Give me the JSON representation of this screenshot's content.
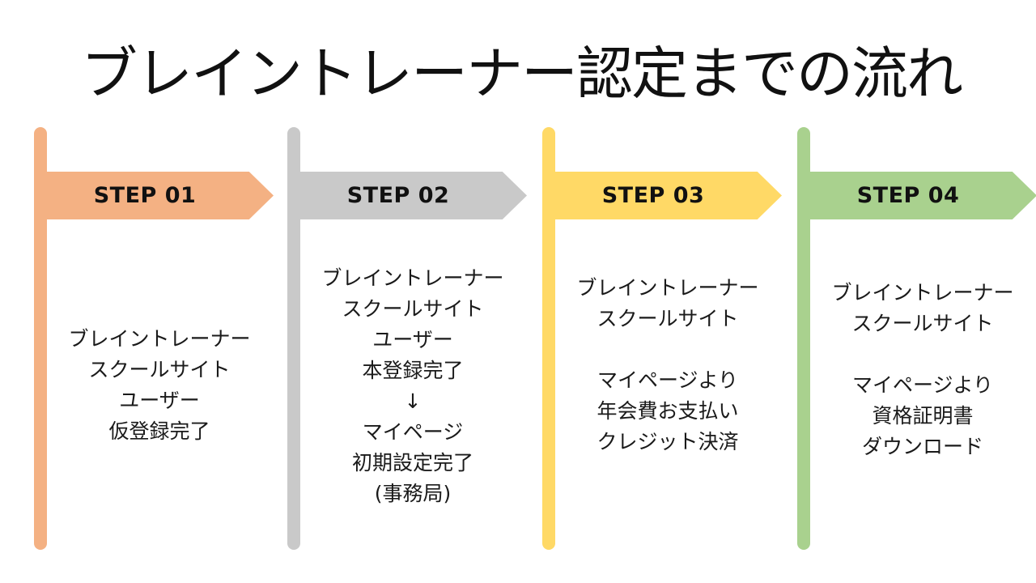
{
  "title": "ブレイントレーナー認定までの流れ",
  "steps": [
    {
      "label": "STEP 01",
      "color": "#F4B183",
      "lines": [
        "ブレイントレーナー",
        "スクールサイト",
        "ユーザー",
        "仮登録完了"
      ]
    },
    {
      "label": "STEP 02",
      "color": "#C9C9C9",
      "lines": [
        "ブレイントレーナー",
        "スクールサイト",
        "ユーザー",
        "本登録完了",
        "↓",
        "マイページ",
        "初期設定完了",
        "(事務局)"
      ]
    },
    {
      "label": "STEP 03",
      "color": "#FFD966",
      "lines": [
        "ブレイントレーナー",
        "スクールサイト",
        "",
        "マイページより",
        "年会費お支払い",
        "クレジット決済"
      ]
    },
    {
      "label": "STEP 04",
      "color": "#A9D18E",
      "lines": [
        "ブレイントレーナー",
        "スクールサイト",
        "",
        "マイページより",
        "資格証明書",
        "ダウンロード"
      ]
    }
  ]
}
